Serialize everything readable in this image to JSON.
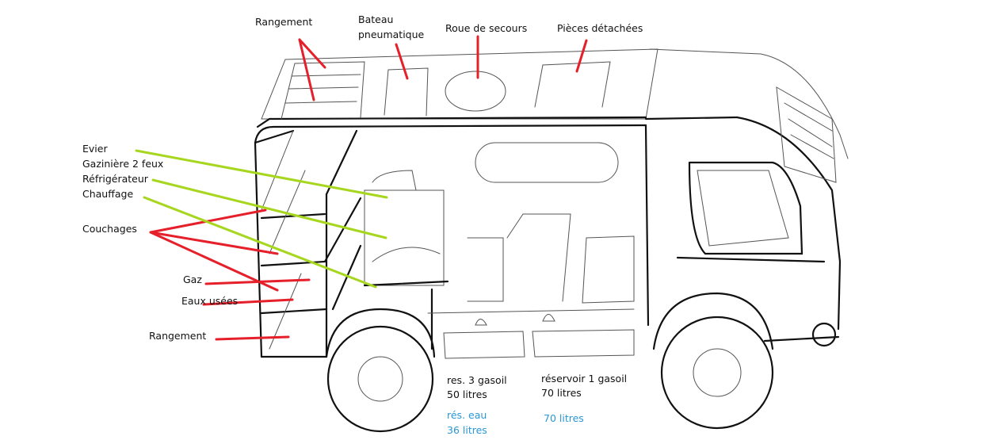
{
  "title": "Aménagement camping-car 4x4",
  "colors": {
    "red": "#e5202a",
    "green": "#a6d61e",
    "blue": "#2a97d6"
  },
  "roof_labels": {
    "rangement": "Rangement",
    "bateau_line1": "Bateau",
    "bateau_line2": "pneumatique",
    "roue": "Roue de secours",
    "pieces": "Pièces détachées"
  },
  "interior_labels": {
    "evier": "Evier",
    "gaziniere": "Gazinière 2 feux",
    "refrigerateur": "Réfrigérateur",
    "chauffage": "Chauffage",
    "couchages": "Couchages",
    "gaz": "Gaz",
    "eaux_usees": "Eaux usées",
    "rangement": "Rangement"
  },
  "tanks": {
    "res3_name": "res. 3 gasoil",
    "res3_volume": "50 litres",
    "res1_name": "réservoir 1 gasoil",
    "res1_volume": "70 litres",
    "eau_name": "rés. eau",
    "eau_volume": "36 litres",
    "eau2_volume": "70 litres"
  }
}
